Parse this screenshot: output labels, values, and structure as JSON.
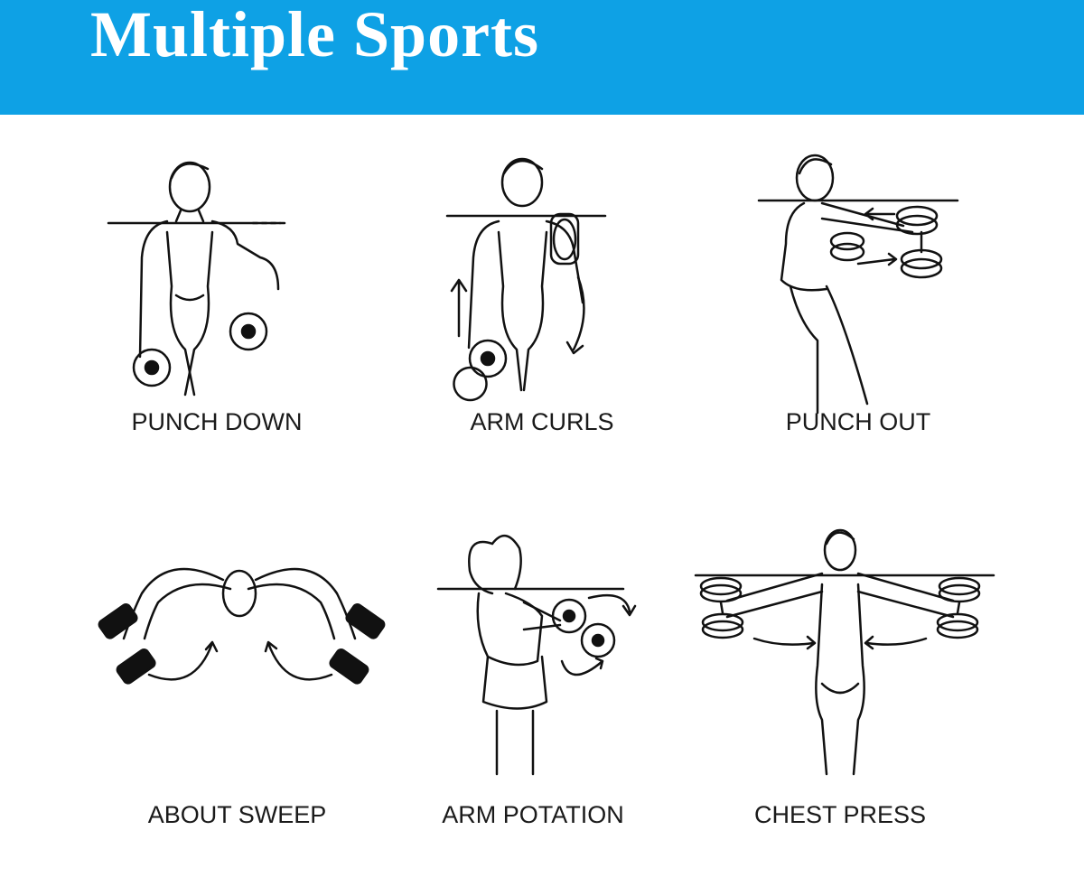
{
  "banner": {
    "title": "Multiple Sports",
    "color": "#0ea1e5"
  },
  "exercises": [
    {
      "label": "PUNCH DOWN",
      "icon": "punch-down-figure"
    },
    {
      "label": "ARM CURLS",
      "icon": "arm-curls-figure"
    },
    {
      "label": "PUNCH OUT",
      "icon": "punch-out-figure"
    },
    {
      "label": "ABOUT SWEEP",
      "icon": "about-sweep-figure"
    },
    {
      "label": "ARM POTATION",
      "icon": "arm-rotation-figure"
    },
    {
      "label": "CHEST PRESS",
      "icon": "chest-press-figure"
    }
  ]
}
